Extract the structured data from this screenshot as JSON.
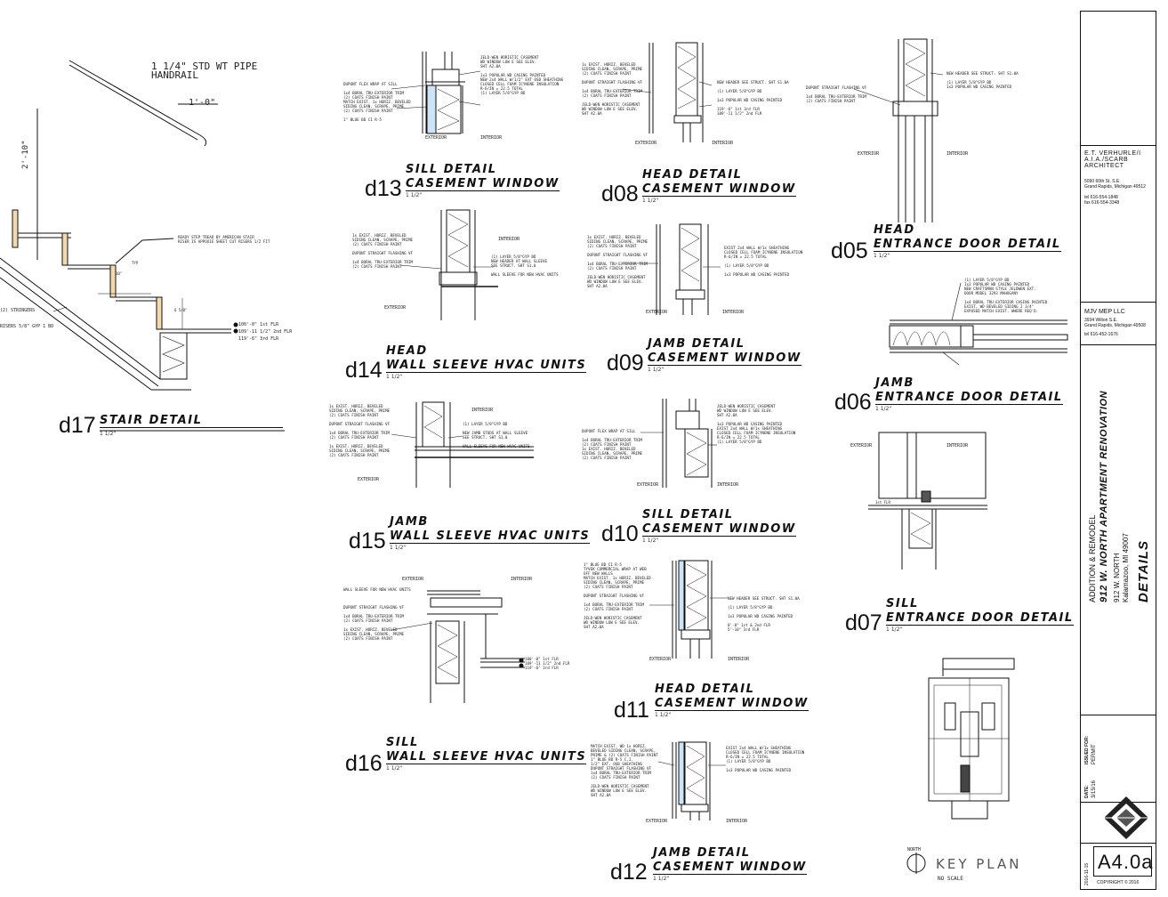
{
  "details": [
    {
      "id": "d17",
      "num": "d17",
      "line1": "",
      "line2": "STAIR DETAIL",
      "scale": "1 1/2\""
    },
    {
      "id": "d13",
      "num": "d13",
      "line1": "SILL DETAIL",
      "line2": "CASEMENT WINDOW",
      "scale": "1 1/2\""
    },
    {
      "id": "d08",
      "num": "d08",
      "line1": "HEAD DETAIL",
      "line2": "CASEMENT WINDOW",
      "scale": "1 1/2\""
    },
    {
      "id": "d05",
      "num": "d05",
      "line1": "HEAD",
      "line2": "ENTRANCE DOOR DETAIL",
      "scale": "1 1/2\""
    },
    {
      "id": "d14",
      "num": "d14",
      "line1": "HEAD",
      "line2": "WALL SLEEVE HVAC UNITS",
      "scale": "1 1/2\""
    },
    {
      "id": "d09",
      "num": "d09",
      "line1": "JAMB DETAIL",
      "line2": "CASEMENT WINDOW",
      "scale": "1 1/2\""
    },
    {
      "id": "d06",
      "num": "d06",
      "line1": "JAMB",
      "line2": "ENTRANCE DOOR DETAIL",
      "scale": "1 1/2\""
    },
    {
      "id": "d15",
      "num": "d15",
      "line1": "JAMB",
      "line2": "WALL SLEEVE HVAC UNITS",
      "scale": "1 1/2\""
    },
    {
      "id": "d10",
      "num": "d10",
      "line1": "SILL DETAIL",
      "line2": "CASEMENT WINDOW",
      "scale": "1 1/2\""
    },
    {
      "id": "d07",
      "num": "d07",
      "line1": "SILL",
      "line2": "ENTRANCE DOOR DETAIL",
      "scale": "1 1/2\""
    },
    {
      "id": "d11",
      "num": "d11",
      "line1": "HEAD DETAIL",
      "line2": "CASEMENT WINDOW",
      "scale": "1 1/2\""
    },
    {
      "id": "d16",
      "num": "d16",
      "line1": "SILL",
      "line2": "WALL SLEEVE HVAC UNITS",
      "scale": "1 1/2\""
    },
    {
      "id": "d12",
      "num": "d12",
      "line1": "JAMB DETAIL",
      "line2": "CASEMENT WINDOW",
      "scale": "1 1/2\""
    }
  ],
  "stair": {
    "handrail": "1 1/4\" STD WT PIPE\nHANDRAIL",
    "dim_1": "1'-0\"",
    "dim_2": "2'-10\"",
    "tread_note": "READY STEP TREAD BY AMERICAN STAIR\nRISER IS APPOXIE SHEET CUT RISERS 1/2 FIT",
    "stringers": "(2) STRINGERS",
    "risers": "RISERS 5/8\" GYP 1 BD",
    "elev_1": "100'-0\" 1st FLR",
    "elev_2": "109'-11 1/2\" 2nd FLR",
    "elev_3": "119'-6\" 3rd FLR",
    "dim_tread": "10\"",
    "dim_riser": "6 5/8\"",
    "typ": "TYP"
  },
  "notes": {
    "d13_left": "DUPONT FLEX WRAP AT SILL\n\n1x4 BORAL TRU-EXTERIOR TRIM\n(2) COATS FINISH PAINT\nMATCH EXIST. 1x HORIZ. BEVELED\nSIDING CLEAN, SCRAPE, PRIME\n(2) COATS FINISH PAINT\n\n1\" BLUE BD CI R-5",
    "d13_right": "JELD-WEN HORISTIC CASEMENT\nWD WINDOW LOW E SEE ELEV.\nSHT A2.0A\n\n1x3 POPULAR WD CASING PAINTED\nNEW 2x4 WALL W/1/2\" EXT OSB SHEATHING\nCLOSED CELL FOAM ICYNENE INSULATION\nR-6/IN = 22.5 TOTAL\n(1) LAYER 5/8\"GYP BD",
    "d08_left": "1x EXIST. HORIZ. BEVELED\nSIDING CLEAN, SCRAPE, PRIME\n(2) COATS FINISH PAINT\n\nDUPONT STRAIGHT FLASHING VF\n\n1x4 BORAL TRU-EXTERIOR TRIM\n(2) COATS FINISH PAINT\n\nJELD-WEN HORISTIC CASEMENT\nWD WINDOW LOW E SEE ELEV.\nSHT A2.0A",
    "d08_right": "NEW HEADER SEE STRUCT. SHT S1.0A\n\n(1) LAYER 5/8\"GYP BD\n\n1x3 POPULAR WD CASING PAINTED\n\n119'-6\" 1st 3rd FLR\n109'-11 1/2\" 2nd FLR",
    "d05_left": "DUPONT STRAIGHT FLASHING VF\n\n1x4 BORAL TRU-EXTERIOR TRIM\n(2) COATS FINISH PAINT",
    "d05_right": "NEW HEADER SEE STRUCT. SHT S1.0A\n\n(1) LAYER 5/8\"GYP BD\n1x3 POPULAR WD CASING PAINTED",
    "d14_left": "1x EXIST. HORIZ. BEVELED\nSIDING CLEAN, SCRAPE, PRIME\n(2) COATS FINISH PAINT\n\nDUPONT STRAIGHT FLASHING VF\n\n1x4 BORAL TRU-EXTERIOR TRIM\n(2) COATS FINISH PAINT",
    "d14_right": "(1) LAYER 5/8\"GYP BD\nNEW HEADER AT WALL SLEEVE\nSEE STRUCT. SHT S1.0\n\nWALL SLEEVE FOR NEW HVAC UNITS",
    "d09_left": "1x EXIST. HORIZ. BEVELED\nSIDING CLEAN, SCRAPE, PRIME\n(2) COATS FINISH PAINT\n\nDUPONT STRAIGHT FLASHING VF\n\n1x4 BORAL TRU-EXTERIOR TRIM\n(2) COATS FINISH PAINT\n\nJELD-WEN HORISTIC CASEMENT\nWD WINDOW LOW E SEE ELEV.\nSHT A2.0A",
    "d09_right": "EXIST 2x4 WALL W/1x SHEATHING\nCLOSED CELL FOAM ICYNENE INSULATION\nR-6/IN = 22.5 TOTAL\n\n(1) LAYER 5/8\"GYP BD\n\n1x3 POPULAR WD CASING PAINTED",
    "d06_right": "(1) LAYER 5/8\"GYP BD\n1x3 POPULAR WD CASING PAINTED\nNEW CRAFTSMAN STYLE JELDWEN EXT.\nDOOR MODEL 3293 MAHOGANY\n\n1x4 BORAL TRU-EXTERIOR CASING PAINTED\nEXIST. WD BEVELED SIDING 2 3/4\"\nEXPOSED MATCH EXIST. WHERE REQ'D.",
    "d15_left": "1x EXIST. HORIZ. BEVELED\nSIDING CLEAN, SCRAPE, PRIME\n(2) COATS FINISH PAINT\n\nDUPONT STRAIGHT FLASHING VF\n\n1x4 BORAL TRU-EXTERIOR TRIM\n(2) COATS FINISH PAINT\n\n1x EXIST. HORIZ. BEVELED\nSIDING CLEAN, SCRAPE, PRIME\n(2) COATS FINISH PAINT",
    "d15_right": "(1) LAYER 5/8\"GYP BD\n\nNEW JAMB STUDS AT WALL SLEEVE\nSEE STRUCT. SHT S1.0\n\nWALL SLEEVE FOR NEW HVAC UNITS",
    "d10_left": "DUPONT FLEX WRAP AT SILL\n\n1x4 BORAL TRU-EXTERIOR TRIM\n(2) COATS FINISH PAINT\n1x EXIST. HORIZ. BEVELED\nSIDING CLEAN, SCRAPE, PRIME\n(2) COATS FINISH PAINT",
    "d10_right": "JELD-WEN HORISTIC CASEMENT\nWD WINDOW LOW E SEE ELEV.\nSHT A2.0A\n\n1x3 POPULAR WD CASING PAINTED\nEXIST 2x4 WALL W/1x SHEATHING\nCLOSED CELL FOAM ICYNENE INSULATION\nR-6/IN = 22.5 TOTAL\n(1) LAYER 5/8\"GYP BD",
    "d16_left": "WALL SLEEVE FOR NEW HVAC UNITS\n\n\n\nDUPONT STRAIGHT FLASHING VF\n\n1x4 BORAL TRU-EXTERIOR TRIM\n(2) COATS FINISH PAINT\n\n1x EXIST. HORIZ. BEVELED\nSIDING CLEAN, SCRAPE, PRIME\n(2) COATS FINISH PAINT",
    "d16_right": "100'-0\" 1st FLR\n109'-11 1/2\" 2nd FLR\n119'-6\" 3rd FLR",
    "d11_left": "1\" BLUE BD CI R-5\nTYVEK COMMERCIAL WRAP AT WEB\nOFF NEW WALLS\nMATCH EXIST. 1x HORIZ. BEVELED\nSIDING CLEAN, SCRAPE, PRIME\n(2) COATS FINISH PAINT\n\nDUPONT STRAIGHT FLASHING VF\n\n1x4 BORAL TRU-EXTERIOR TRIM\n(2) COATS FINISH PAINT\n\nJELD-WEN HORISTIC CASEMENT\nWD WINDOW LOW E SEE ELEV.\nSHT A2.0A",
    "d11_right": "NEW HEADER SEE STRUCT. SHT S1.0A\n\n(1) LAYER 5/8\"GYP BD\n\n1x3 POPULAR WD CASING PAINTED\n\n0'-8\" 1st & 2nd FLR\n5'-10\" 3rd FLR",
    "d12_left": "MATCH EXIST. WD 1x HORIZ.\nBEVELED SIDING CLEAN, SCRAPE,\nPRIME & (2) COATS FINISH PAINT\n1\" BLUE BD R-5 C.I.\n1/2\" EXT. OSB SHEATHING\nDUPONT STRAIGHT FLASHING VF\n1x4 BORAL TRU-EXTERIOR TRIM\n(2) COATS FINISH PAINT\n\nJELD-WEN HORISTIC CASEMENT\nWD WINDOW LOW E SEE ELEV.\nSHT A2.0A",
    "d12_right": "EXIST 2x4 WALL W/1x SHEATHING\nCLOSED CELL FOAM ICYNENE INSULATION\nR-6/IN = 22.5 TOTAL\n(1) LAYER 5/8\"GYP BD\n\n1x3 POPULAR WD CASING PAINTED"
  },
  "labels": {
    "exterior": "EXTERIOR",
    "interior": "INTERIOR",
    "sill_1st": "1st FLR"
  },
  "keyplan": {
    "title": "KEY PLAN",
    "north": "NORTH",
    "scale": "NO SCALE"
  },
  "titleblock": {
    "architect_name": "E.T. VERHURLE/I\nA.I.A./SCARB\nARCHITECT",
    "architect_addr": "5090 60th St. S.E.\nGrand Rapids, Michigan 49512",
    "architect_tel": "tel 616-554-1848\nfax 616-554-3348",
    "mep_name": "MJV MEP LLC",
    "mep_addr": "3934 Wilton S.E.\nGrand Rapids, Michigan 49508",
    "mep_tel": "tel 616-452-1676",
    "project_type": "ADDITION & REMODEL",
    "project_name": "912 W. NORTH APARTMENT RENOVATION",
    "address_1": "912 W. NORTH",
    "address_2": "Kalamazoo, MI 49007",
    "sheet_title": "DETAILS",
    "issued_for_label": "ISSUED FOR:",
    "issued_for": "PERMIT",
    "date_label": "DATE:",
    "date": "3/15/16",
    "sheet_date": "2016-11-15",
    "sheet_number": "A4.0a",
    "copyright": "COPYRIGHT © 2016"
  }
}
